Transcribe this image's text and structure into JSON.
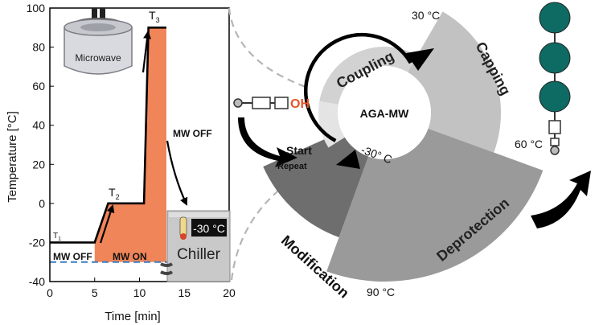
{
  "chart_data": {
    "type": "line",
    "xlabel": "Time [min]",
    "ylabel": "Temperature [°C]",
    "xlim": [
      0,
      20
    ],
    "ylim": [
      -40,
      100
    ],
    "x_ticks": [
      0,
      5,
      10,
      15,
      20
    ],
    "y_ticks": [
      -40,
      -20,
      0,
      20,
      40,
      60,
      80,
      100
    ],
    "series": [
      {
        "x": [
          0,
          5,
          6.5,
          10.5,
          11,
          13
        ],
        "y": [
          -20,
          -20,
          0,
          0,
          90,
          90
        ]
      }
    ],
    "reference_line": {
      "y": -30
    },
    "point_labels": [
      "T1",
      "T2",
      "T3"
    ],
    "annotations": {
      "mw_off_left": "MW OFF",
      "mw_on": "MW ON",
      "mw_off_top": "MW OFF"
    }
  },
  "devices": {
    "microwave_label": "Microwave",
    "chiller_label": "Chiller",
    "chiller_display": "-30 °C"
  },
  "cycle": {
    "center_label": "AGA-MW",
    "steps": [
      "Coupling",
      "Capping",
      "Deprotection",
      "Modification"
    ],
    "temperatures": [
      "30 °C",
      "60 °C",
      "90 °C",
      "-30° C"
    ],
    "start_label": "Start",
    "repeat_label": "Repeat",
    "oh_label": "OH"
  },
  "colors": {
    "heating_fill": "#f08559",
    "oh_color": "#e8552a",
    "monomer_teal": "#0d6b63",
    "coupling_sector": "#d2d2d2",
    "capping_sector": "#c2c2c2",
    "deprotection_sector": "#9a9a9a",
    "modification_sector": "#6e6e6e"
  }
}
